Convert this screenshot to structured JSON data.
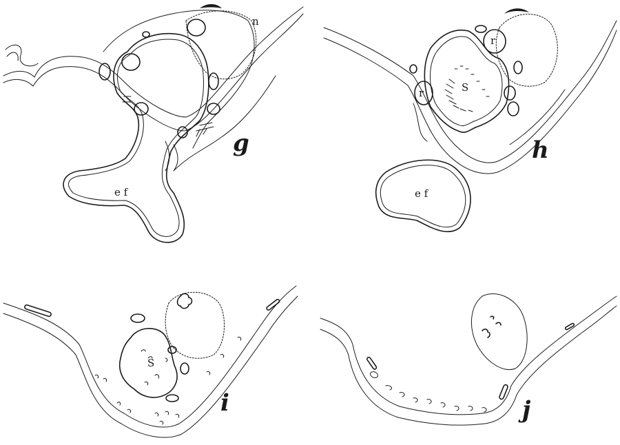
{
  "panels": [
    {
      "letter": "g",
      "labels": {
        "ef": "e f",
        "n": "n"
      }
    },
    {
      "letter": "h",
      "labels": {
        "ef": "e f",
        "r1": "r",
        "r2": "r",
        "s": "S"
      }
    },
    {
      "letter": "i",
      "labels": {
        "s": "S"
      }
    },
    {
      "letter": "j",
      "labels": {}
    }
  ],
  "colors": {
    "ink": "#1a1a1a",
    "background": "#ffffff"
  }
}
